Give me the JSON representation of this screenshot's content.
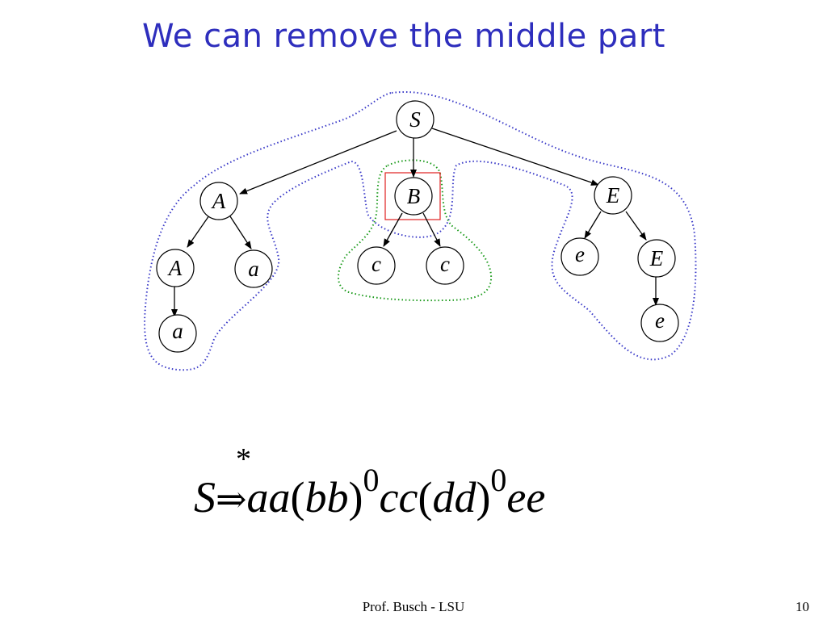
{
  "slide": {
    "title": "We can remove the middle part",
    "footer": "Prof. Busch - LSU",
    "page_number": "10"
  },
  "tree": {
    "nodes": {
      "S": "S",
      "A1": "A",
      "B": "B",
      "E1": "E",
      "A2": "A",
      "a1": "a",
      "a2": "a",
      "c1": "c",
      "c2": "c",
      "e1": "e",
      "E2": "E",
      "e2": "e"
    },
    "colors": {
      "outer_region": "#3a3ac8",
      "removed_region": "#1a9a1a",
      "highlight_box": "#e02020"
    }
  },
  "formula": {
    "star": "*",
    "S": "S",
    "arrow": "⇒",
    "t1": "aa",
    "lp1": "(",
    "t2": "bb",
    "rp1": ")",
    "exp1": "0",
    "t3": "cc",
    "lp2": "(",
    "t4": "dd",
    "rp2": ")",
    "exp2": "0",
    "t5": "ee"
  }
}
